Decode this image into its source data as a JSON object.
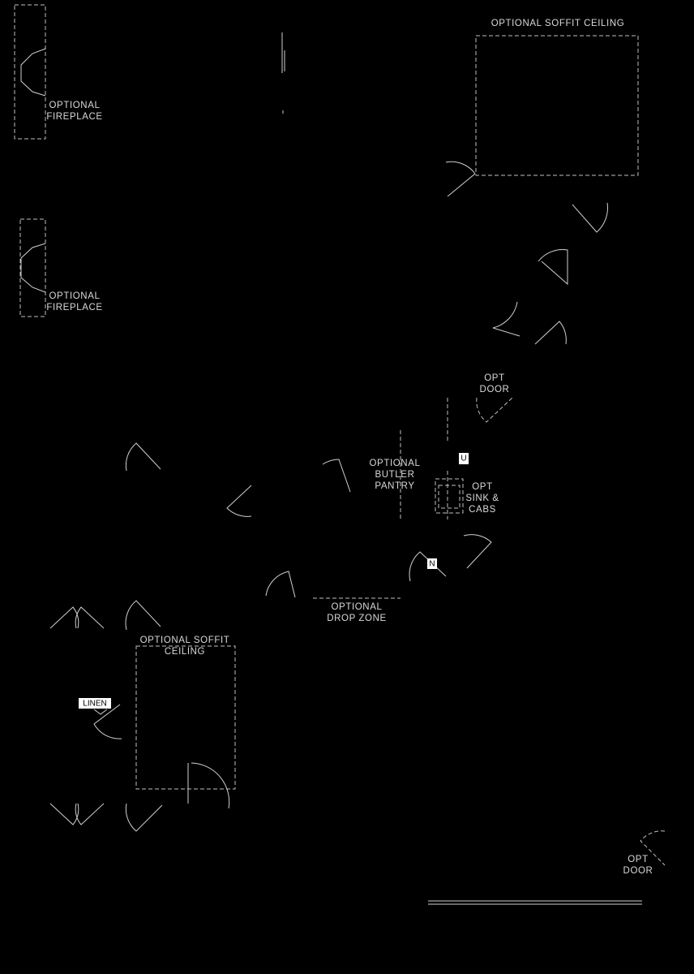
{
  "labels": {
    "soffit_top": "OPTIONAL SOFFIT CEILING",
    "fireplace_1_a": "OPTIONAL",
    "fireplace_1_b": "FIREPLACE",
    "fireplace_2_a": "OPTIONAL",
    "fireplace_2_b": "FIREPLACE",
    "opt_door_1_a": "OPT",
    "opt_door_1_b": "DOOR",
    "butler_a": "OPTIONAL",
    "butler_b": "BUTLER",
    "butler_c": "PANTRY",
    "sink_a": "OPT",
    "sink_b": "SINK &",
    "sink_c": "CABS",
    "drop_a": "OPTIONAL",
    "drop_b": "DROP ZONE",
    "soffit_bottom_a": "OPTIONAL SOFFIT",
    "soffit_bottom_b": "CEILING",
    "linen": "LINEN",
    "opt_door_2_a": "OPT",
    "opt_door_2_b": "DOOR",
    "tag_u": "U",
    "tag_n": "N"
  },
  "colors": {
    "background": "#000000",
    "line": "#d0d0d0",
    "text": "#d9d9d9"
  }
}
